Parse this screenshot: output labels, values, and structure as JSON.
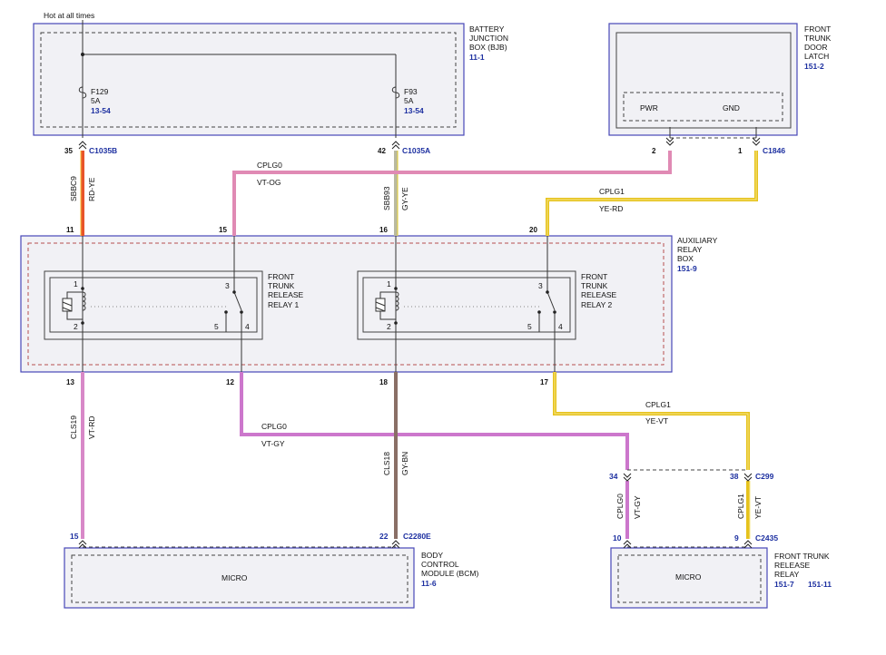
{
  "header": {
    "note": "Hot at all times"
  },
  "bjb": {
    "line1": "BATTERY",
    "line2": "JUNCTION",
    "line3": "BOX (BJB)",
    "ref": "11-1",
    "fuse_left": {
      "name": "F129",
      "amp": "5A",
      "ref": "13-54"
    },
    "fuse_right": {
      "name": "F93",
      "amp": "5A",
      "ref": "13-54"
    }
  },
  "latch": {
    "line1": "FRONT",
    "line2": "TRUNK",
    "line3": "DOOR",
    "line4": "LATCH",
    "ref": "151-2",
    "pwr": "PWR",
    "gnd": "GND"
  },
  "arb": {
    "line1": "AUXILIARY",
    "line2": "RELAY",
    "line3": "BOX",
    "ref": "151-9"
  },
  "relay1": {
    "line1": "FRONT",
    "line2": "TRUNK",
    "line3": "RELEASE",
    "line4": "RELAY 1"
  },
  "relay2": {
    "line1": "FRONT",
    "line2": "TRUNK",
    "line3": "RELEASE",
    "line4": "RELAY 2"
  },
  "relay_pins": {
    "p1": "1",
    "p2": "2",
    "p3": "3",
    "p4": "4",
    "p5": "5"
  },
  "bcm": {
    "line1": "BODY",
    "line2": "CONTROL",
    "line3": "MODULE (BCM)",
    "ref": "11-6",
    "inner": "MICRO"
  },
  "ftr": {
    "line1": "FRONT TRUNK",
    "line2": "RELEASE",
    "line3": "RELAY",
    "ref1": "151-7",
    "ref2": "151-11",
    "inner": "MICRO"
  },
  "connectors": {
    "c1035b": {
      "pin": "35",
      "name": "C1035B"
    },
    "c1035a": {
      "pin": "42",
      "name": "C1035A"
    },
    "c1846_pin2": "2",
    "c1846": {
      "pin": "1",
      "name": "C1846"
    },
    "c299_pin34": "34",
    "c299": {
      "pin": "38",
      "name": "C299"
    },
    "c2280e": {
      "pin_left": "15",
      "pin": "22",
      "name": "C2280E"
    },
    "c2435": {
      "pin_left": "10",
      "pin": "9",
      "name": "C2435"
    }
  },
  "arb_pins": {
    "p11": "11",
    "p15": "15",
    "p16": "16",
    "p20": "20",
    "p13": "13",
    "p12": "12",
    "p18": "18",
    "p17": "17"
  },
  "wires": {
    "w1": {
      "circuit": "SBBC9",
      "color": "RD-YE"
    },
    "w2": {
      "circuit": "SBB93",
      "color": "GY-YE"
    },
    "w3": {
      "circuit": "CPLG0",
      "color": "VT-OG"
    },
    "w4": {
      "circuit": "CPLG1",
      "color": "YE-RD"
    },
    "w5": {
      "circuit": "CLS19",
      "color": "VT-RD"
    },
    "w6": {
      "circuit": "CPLG0",
      "color": "VT-GY"
    },
    "w7": {
      "circuit": "CLS18",
      "color": "GY-BN"
    },
    "w8": {
      "circuit": "CPLG1",
      "color": "YE-VT"
    },
    "w9": {
      "circuit": "CPLG0",
      "color": "VT-GY"
    },
    "w10": {
      "circuit": "CPLG1",
      "color": "YE-VT"
    }
  },
  "colors": {
    "red_yellow": "#e8542a",
    "gray_yellow": "#b9b95a",
    "pink": "#e08ab4",
    "yellow": "#e6c21c",
    "violet": "#cc66cc",
    "gray_brown": "#8a6f66",
    "box_border": "#4848b8",
    "ref_blue": "#1c2fa0"
  }
}
